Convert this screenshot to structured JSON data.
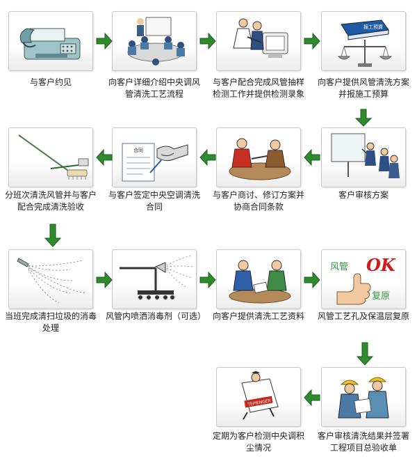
{
  "steps": [
    {
      "label": "与客户约见",
      "icon": "fax-machine-icon"
    },
    {
      "label": "向客户详细介绍中央调风管清洗工艺流程",
      "icon": "meeting-presentation-icon"
    },
    {
      "label": "与客户配合完成风管抽样检测工作并提供检测录象",
      "icon": "inspection-computer-icon"
    },
    {
      "label": "向客户提供风管清洗方案并报施工预算",
      "icon": "scale-book-icon"
    },
    {
      "label": "客户审核方案",
      "icon": "whiteboard-review-icon"
    },
    {
      "label": "与客户商讨、修订方案并协商合同条款",
      "icon": "negotiation-table-icon"
    },
    {
      "label": "与客户签定中央空调清洗合同",
      "icon": "contract-handshake-icon"
    },
    {
      "label": "分班次清洗风管并与客户配合完成清洗验收",
      "icon": "cleaning-brush-icon"
    },
    {
      "label": "当班完成清扫垃圾的消毒处理",
      "icon": "disinfect-spray-icon"
    },
    {
      "label": "风管内喷洒消毒剂（可选）",
      "icon": "duct-spray-cart-icon"
    },
    {
      "label": "向客户提供清洗工艺资料",
      "icon": "document-handover-icon"
    },
    {
      "label": "风管工艺孔及保温层复原",
      "icon": "thumbs-up-ok-icon"
    },
    {
      "label": "客户审核清洗结果并签署工程项目总验收单",
      "icon": "workers-signing-icon"
    },
    {
      "label": "定期为客户检测中央调积尘情况",
      "icon": "dust-test-box-icon"
    }
  ],
  "ok_card": {
    "word_left": "风管",
    "word_ok": "OK",
    "word_right": "复原"
  },
  "book_title": "报工预算",
  "box_label": "TEPIENGER",
  "doc_title": "合同",
  "colors": {
    "arrow": "#2e8b2e",
    "ok": "#d21a1a",
    "words": "#2a9a3a"
  }
}
